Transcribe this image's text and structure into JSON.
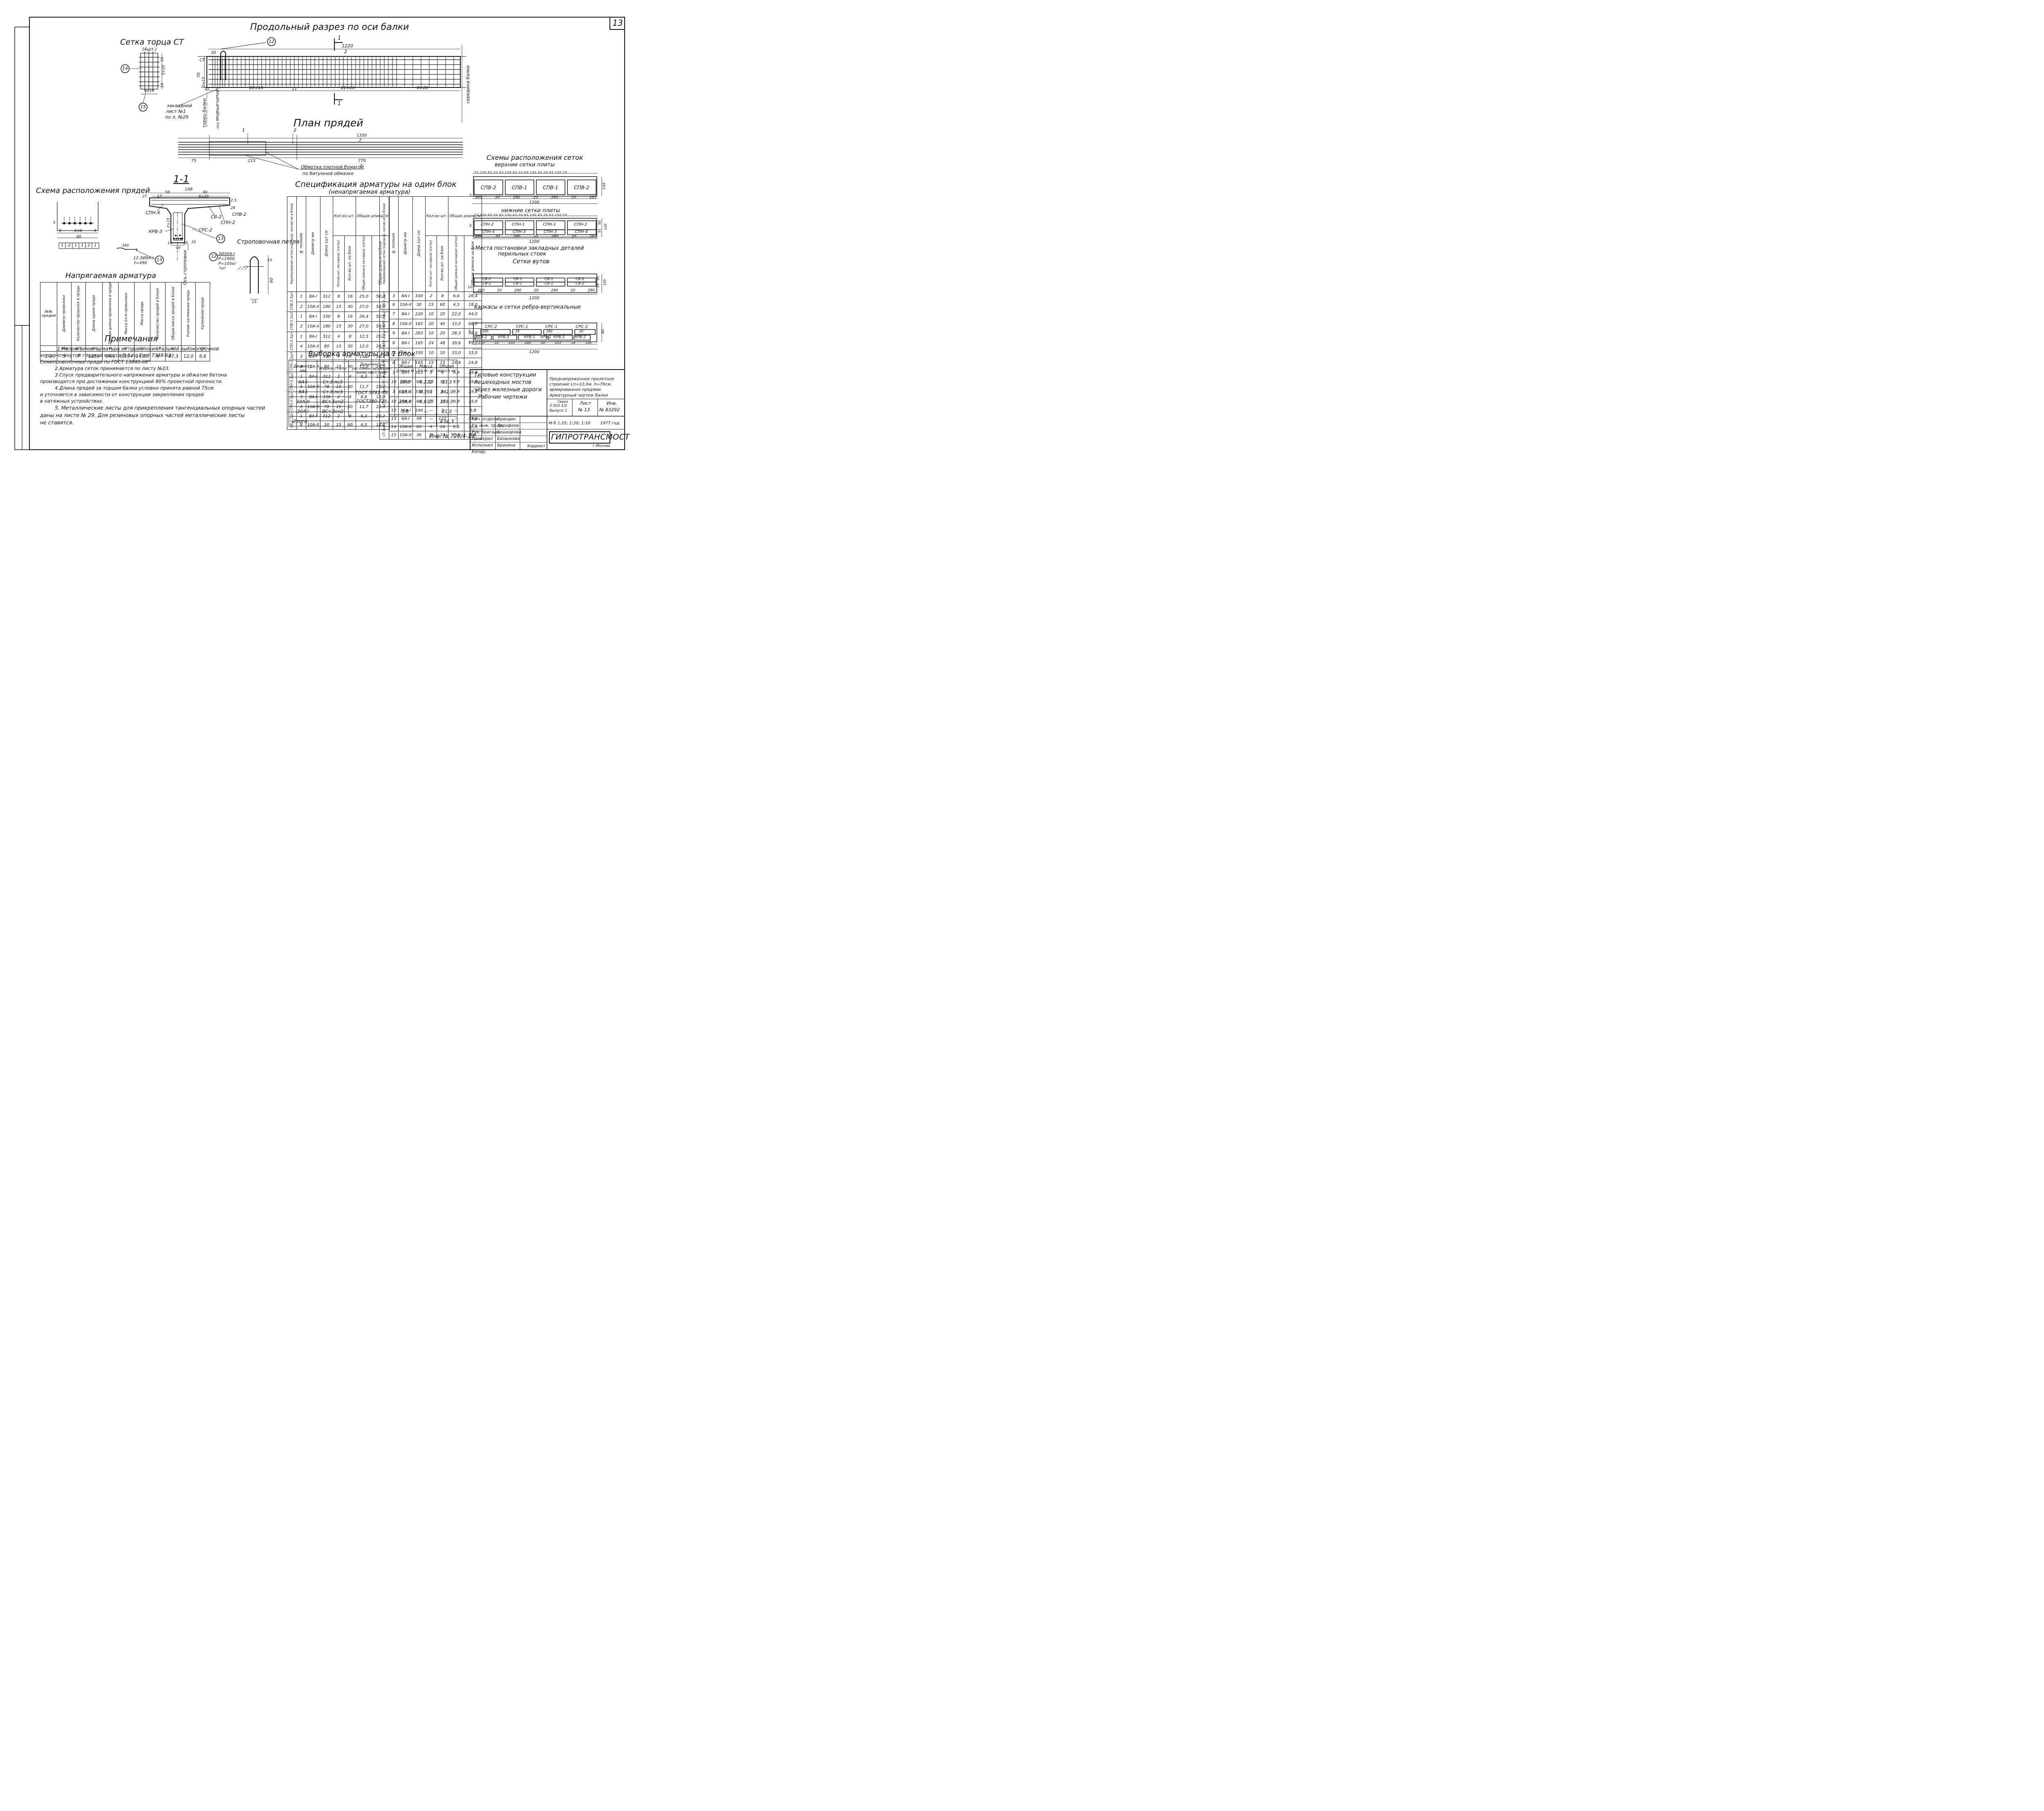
{
  "sheet_number": "13",
  "titles": {
    "longitudinal": "Продольный разрез по оси балки",
    "strand_plan": "План прядей",
    "end_mesh": "Сетка торца СТ",
    "end_mesh_count": "(4шт.)",
    "strand_layout": "Схема расположения прядей",
    "section_1_1": "1-1",
    "stressed": "Напрягаемая арматура",
    "spec": "Спецификация арматуры на один блок",
    "spec_sub": "(ненапрягаемая арматура)",
    "mesh_layout": "Схемы расположения сеток",
    "upper_mesh": "верхние сетки плиты",
    "lower_mesh": "нижние сетки плиты",
    "embed": "+Места постановки закладных деталей",
    "embed2": "перильных стоек",
    "nodes_mesh": "Сетки вутов",
    "frames": "каркасы и сетки ребра-вертикальные",
    "lifting_loop": "Строповочная петля",
    "notes": "Примечания",
    "selection": "Выборка арматуры на 1 блок"
  },
  "long_section": {
    "dim_top": "1220",
    "dim_top2": "2",
    "label_ct": "СТ",
    "dim_70": "70",
    "dim_2x15": "2×15",
    "dims_bottom": [
      "20×10",
      "22×10",
      "8×20"
    ],
    "mark_11a": "11",
    "mark_11b": "11",
    "dim_30": "30",
    "beam_mid": "середина балки",
    "beam_end": "торец балки",
    "support_axis": "ось опорных частей",
    "callout_12": "12",
    "cut_mark_1": "1",
    "cut_mark_1b": "1",
    "embedded_sheet": [
      "закладной",
      "лист №1",
      "по л. №29"
    ]
  },
  "end_mesh": {
    "dims_right": [
      "5×10",
      "10",
      "10"
    ],
    "dim_bottom": "3×10",
    "callout_14": "14",
    "callout_15": "15"
  },
  "strand_plan": {
    "dim_top": "1350",
    "dim_top2": "2",
    "marks": [
      "1",
      "2"
    ],
    "dims_bottom": [
      "75",
      "215",
      "770"
    ],
    "dim_bottom2": "2",
    "wrap_note": [
      "Обмотка плотной бумагой",
      "по битумной обмазке"
    ]
  },
  "strand_layout": {
    "dim_a": "5",
    "dim_b": "5×6",
    "dim_c": "5",
    "dim_total": "40",
    "dim_side": "5",
    "strand_marks": [
      "1",
      "2",
      "1",
      "1",
      "2",
      "1"
    ]
  },
  "section": {
    "dims_top": [
      "148",
      "58",
      "90",
      "6×20",
      "17",
      "27",
      "28",
      "2.5"
    ],
    "labels": [
      "СПН-4",
      "СВ-2",
      "СПН-2",
      "СПВ-2",
      "КРВ-3",
      "СРС-2"
    ],
    "dims_body": [
      "2×15",
      "15",
      "35",
      "10",
      "40"
    ],
    "callout_13": "13",
    "callout_13b": "13",
    "axis_sling": "Ось строповки"
  },
  "loop": {
    "callout_12": "12",
    "bar": "2Ø30A-I",
    "p1": "P=1900",
    "p2": "P=105кг",
    "p3": "1шт",
    "dim_15": "15",
    "dim_60": "60",
    "dim_15b": "15"
  },
  "bar13": {
    "dim": "340",
    "label": "12 2Ø6A-I",
    "length": "ℓ=490",
    "callout": "13"
  },
  "stressed_table": {
    "headers": [
      "№№ прядей",
      "Диаметр проволоки",
      "Количество проволок в пряди",
      "Длина одной пряди",
      "Полная длина проволоки в пряди",
      "Масса 1п.м проволоки",
      "Масса пряди",
      "Количество прядей в блоке",
      "Общая масса прядей в блоке",
      "Усилие натяжения пряди",
      "Удлинение пряди"
    ],
    "units": [
      "",
      "мм",
      "шт",
      "см",
      "м",
      "кг",
      "кг",
      "шт",
      "кг",
      "т",
      "см"
    ],
    "row": [
      "1-2",
      "5",
      "7",
      "1350",
      "94,5",
      "0,154",
      "14,55",
      "6",
      "87,3",
      "12,0",
      "6,6"
    ]
  },
  "spec": {
    "headers": [
      "Наименование сетки (каркаса), кол-во их в блоке",
      "№ позиции",
      "Диаметр мм",
      "Длина 1шт см",
      "Кол-во шт. на каркас (сетку)",
      "Кол-во шт. на блок",
      "Общая длина,м на каркас (сетку)",
      "Общая длина,м на блок"
    ],
    "kol_vo": "Кол-во шт.",
    "obsh": "Общая длина, м",
    "left": [
      {
        "name": "СПВ-2 2шт",
        "rows": [
          [
            "1",
            "8A-I",
            "312",
            "8",
            "16",
            "25,0",
            "50,0"
          ],
          [
            "2",
            "10A-II",
            "180",
            "15",
            "30",
            "27,0",
            "54,0"
          ]
        ]
      },
      {
        "name": "СПВ-1 2шт",
        "rows": [
          [
            "1",
            "8A-I",
            "330",
            "8",
            "16",
            "26,4",
            "52,8"
          ],
          [
            "2",
            "10A-II",
            "180",
            "15",
            "30",
            "27,0",
            "54,0"
          ]
        ]
      },
      {
        "name": "СПН-2 2шт",
        "rows": [
          [
            "1",
            "8A-I",
            "312",
            "4",
            "8",
            "12,5",
            "25,0"
          ],
          [
            "4",
            "10A-II",
            "80",
            "15",
            "30",
            "12,0",
            "24,0"
          ]
        ]
      },
      {
        "name": "СПН-1 2шт",
        "rows": [
          [
            "3",
            "8A-I",
            "330",
            "4",
            "8",
            "13,2",
            "26,4"
          ],
          [
            "4",
            "10A-II",
            "80",
            "15",
            "30",
            "12,0",
            "24,0"
          ]
        ]
      },
      {
        "name": "СПН-4 2шт",
        "rows": [
          [
            "1",
            "8A-I",
            "312",
            "2",
            "4",
            "6,3",
            "12,6"
          ],
          [
            "5",
            "10A-II",
            "78",
            "15",
            "30",
            "11,7",
            "23,4"
          ]
        ]
      },
      {
        "name": "СПН-3 2шт",
        "rows": [
          [
            "3",
            "8A-I",
            "330",
            "2",
            "4",
            "6,6",
            "13,2"
          ],
          [
            "5",
            "10A-II",
            "78",
            "15",
            "30",
            "11,7",
            "23,4"
          ]
        ]
      },
      {
        "name": "СВ-2 2шт",
        "rows": [
          [
            "1",
            "8A-I",
            "312",
            "2",
            "8",
            "6,3",
            "25,2"
          ],
          [
            "6",
            "10A-II",
            "30",
            "15",
            "60",
            "4,5",
            "18,0"
          ]
        ]
      }
    ],
    "right": [
      {
        "name": "СВ-1 2шт",
        "rows": [
          [
            "3",
            "8A-I",
            "330",
            "2",
            "8",
            "6,6",
            "26,4"
          ],
          [
            "6",
            "10A-II",
            "30",
            "15",
            "60",
            "4,5",
            "18,0"
          ]
        ]
      },
      {
        "name": "КРВ-1 2шт",
        "rows": [
          [
            "7",
            "8A-I",
            "220",
            "10",
            "20",
            "22,0",
            "44,0"
          ],
          [
            "8",
            "10A-II",
            "165",
            "20",
            "40",
            "33,0",
            "66,0"
          ]
        ]
      },
      {
        "name": "КРВ-2 2шт",
        "rows": [
          [
            "9",
            "8A-I",
            "283",
            "10",
            "20",
            "28,3",
            "56,6"
          ],
          [
            "8",
            "8A-I",
            "165",
            "24",
            "48",
            "39,6",
            "79,2"
          ]
        ]
      },
      {
        "name": "КРВ-3 2шт",
        "rows": [
          [
            "11",
            "8A-I",
            "330",
            "10",
            "10",
            "33,0",
            "33,0"
          ],
          [
            "8",
            "8A-I",
            "165",
            "15",
            "15",
            "24,8",
            "24,8"
          ]
        ]
      },
      {
        "name": "СРС-2 2шт",
        "rows": [
          [
            "1",
            "8A-I",
            "312",
            "3",
            "6",
            "9,4",
            "18,8"
          ],
          [
            "10",
            "10A-II",
            "66",
            "15",
            "30",
            "9,9",
            "19,8"
          ]
        ]
      },
      {
        "name": "СРС-1 4шт",
        "rows": [
          [
            "3",
            "8A-I",
            "330",
            "3",
            "6",
            "9,9",
            "19,8"
          ],
          [
            "10",
            "10A-II",
            "66",
            "15",
            "30",
            "9,9",
            "19,8"
          ]
        ]
      },
      {
        "name": "",
        "rows": [
          [
            "12",
            "30A-I",
            "190",
            "—",
            "2",
            "—",
            "3,8"
          ],
          [
            "13",
            "6A-I",
            "49",
            "—",
            "122",
            "—",
            "59,8"
          ]
        ]
      },
      {
        "name": "СТ 4шт",
        "rows": [
          [
            "14",
            "10A-II",
            "65",
            "4",
            "16",
            "2,6",
            "10,4"
          ],
          [
            "15",
            "10A-II",
            "36",
            "6",
            "24",
            "2,2",
            "8,8"
          ]
        ]
      }
    ]
  },
  "selection_table": {
    "headers": [
      "Диаметр мм",
      "Марка стали",
      "Документы, регламентирующие качество стали",
      "Общая длина м",
      "Масса 1п.м. кг",
      "Общая масса кг"
    ],
    "rows": [
      [
        "6A-I",
        "Ст.3 пс3",
        "",
        "59,8",
        "0,222",
        "13,3"
      ],
      [
        "8A-I",
        "Ст.3 пс3",
        "ГОСТ 5781-75",
        "613,4",
        "0,395",
        "242,0"
      ],
      [
        "10A-II",
        "ВСт.5сп2",
        "ГОСТ380-71*",
        "258,0",
        "0,617",
        "158,0"
      ],
      [
        "30A-I",
        "ВСт.3сп2",
        "",
        "3,8",
        "—",
        "21,0"
      ]
    ],
    "total_label": "Итого",
    "total": "434,3"
  },
  "notes": [
    "1.Напрягаемая арматура из проволоки стальной высокопрочной",
    "холоднотянутой гладкой класса В-II по Гост 7348-63.",
    "Семипроволочные пряди по ГОСТ 13840-68*.",
    "2.Арматура сеток принимается по листу №23.",
    "3.Спуск предварительного напряжения арматуры и обжатие бетона",
    "производится при достижении конструкцией 80% проектной прочности.",
    "4.Длина прядей за торцом балки условно принята равной 75см",
    "и уточняется в зависимости от конструкции закрепления прядей",
    "в натяжных устройствах.",
    "5. Металлические листы для прикрепления тангенциальных опорных частей",
    "даны на листе № 29. Для резиновых опорных частей металлические листы",
    "не ставятся."
  ],
  "mesh_schemes": {
    "upper": {
      "labels": [
        "СПВ-2",
        "СПВ-1",
        "СПВ-1",
        "СПВ-2"
      ],
      "dims_top": [
        "75",
        "150",
        "65",
        "20",
        "65",
        "150",
        "65",
        "20",
        "65",
        "150",
        "65",
        "20",
        "65",
        "150",
        "75"
      ],
      "dims_bottom": [
        "285",
        "20",
        "280",
        "20",
        "280",
        "20",
        "285"
      ],
      "total": "1200",
      "side": "145",
      "left": "5"
    },
    "lower": {
      "labels": [
        "СПН-2",
        "СПН-1",
        "СПН-1",
        "СПН-2",
        "СПН-4",
        "СПН-3",
        "СПН-3",
        "СПН-4"
      ],
      "dims_top": [
        "75",
        "150",
        "65",
        "20",
        "65",
        "150",
        "65",
        "20",
        "65",
        "150",
        "65",
        "20",
        "65",
        "150",
        "75"
      ],
      "dims_bottom": [
        "283",
        "20",
        "280",
        "20",
        "280",
        "20",
        "283"
      ],
      "total": "1200",
      "side": [
        "55",
        "90",
        "145"
      ],
      "left": "5"
    },
    "nodes": {
      "labels": [
        "СВ-2",
        "СВ-1",
        "СВ-1",
        "СВ-2",
        "СВ-2",
        "СВ-1",
        "СВ-1",
        "СВ-2"
      ],
      "dims_bottom": [
        "280",
        "20",
        "280",
        "20",
        "280",
        "20",
        "280"
      ],
      "total": "1200",
      "side": [
        "55",
        "90",
        "145"
      ],
      "left": "10"
    },
    "frames": {
      "top": [
        "СРС-2",
        "СРС-1",
        "СРС-1",
        "СРС-2"
      ],
      "top_dims": [
        "285",
        "20",
        "280",
        "20"
      ],
      "bottom": [
        "КРВ-2",
        "КРВ-3",
        "КРВ-1",
        "КРВ-1",
        "КРВ-3",
        "КРВ-2"
      ],
      "bottom_dims": [
        "130",
        "10",
        "233",
        "280",
        "20",
        "233",
        "10",
        "130"
      ],
      "total": "1200",
      "side": "40",
      "left": [
        "5",
        "7"
      ]
    }
  },
  "stamp": {
    "project": [
      "Типовые конструкции",
      "пешеходных мостов",
      "через железные дороги",
      "Рабочие чертежи"
    ],
    "description": [
      "Преднапряженное пролетное",
      "строение Lп=12,0м, h=70см,",
      "армированное прядями.",
      "Арматурный чертеж балки"
    ],
    "serie_label": "Серия",
    "serie": "3.503-1/2",
    "issue": "Выпуск 1",
    "sheet_label": "Лист",
    "sheet": "№ 13",
    "inv_label": "Инв.",
    "inv": "№ 83292",
    "scale": "М-б 1:25; 1:20; 1:10",
    "year": "1977 год",
    "roles": [
      "Нач. отдела",
      "Гл. инж. пр-та",
      "Рук. бригады",
      "Проверил",
      "Исполнил",
      "Копир."
    ],
    "names": [
      "Арандин",
      "Дорофеев",
      "Кошкарова",
      "Базанкова",
      "Брахина",
      ""
    ],
    "org": "ГИПРОТРАНСМОСТ",
    "city": "г.Москва",
    "corrector": "Коррект",
    "inv_bottom": "Инв. № 728/4-13"
  }
}
